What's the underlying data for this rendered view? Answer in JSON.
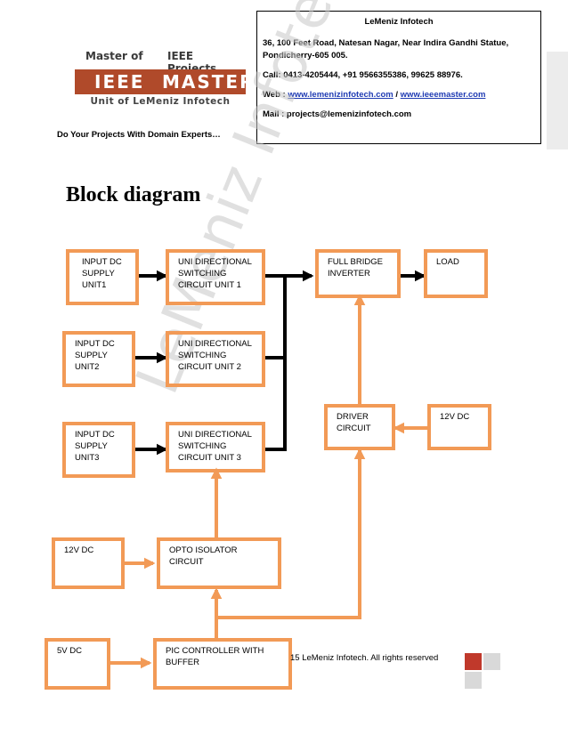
{
  "header": {
    "logo_master_of": "Master of",
    "logo_ieee_projects": "IEEE Projects",
    "logo_ieee": "IEEE",
    "logo_master": "MASTER",
    "logo_unit": "Unit of LeMeniz Infotech",
    "tagline": "Do Your Projects With Domain Experts…",
    "contact": {
      "company": "LeMeniz Infotech",
      "address": "36, 100 Feet Road, Natesan Nagar, Near Indira Gandhi Statue, Pondicherry-605 005.",
      "call": "Call: 0413-4205444, +91 9566355386, 99625 88976.",
      "web_label": "Web : ",
      "web_link1": "www.lemenizinfotech.com",
      "web_sep": " / ",
      "web_link2": "www.ieeemaster.com",
      "mail": "Mail : projects@lemenizinfotech.com"
    }
  },
  "heading": "Block diagram",
  "watermark": "LeMeniz Infotech",
  "blocks": {
    "input1": "INPUT DC\nSUPPLY\nUNIT1",
    "input2": "INPUT DC\nSUPPLY\nUNIT2",
    "input3": "INPUT DC\nSUPPLY\nUNIT3",
    "switch1": "UNI DIRECTIONAL\nSWITCHING\nCIRCUIT UNIT 1",
    "switch2": "UNI DIRECTIONAL\nSWITCHING\nCIRCUIT UNIT 2",
    "switch3": "UNI DIRECTIONAL\nSWITCHING\nCIRCUIT UNIT 3",
    "inverter": "FULL BRIDGE\nINVERTER",
    "load": "LOAD",
    "driver": "DRIVER\nCIRCUIT",
    "dc12_driver": "12V DC",
    "dc12_opto": "12V DC",
    "opto": "OPTO ISOLATOR\nCIRCUIT",
    "dc5": "5V DC",
    "pic": "PIC CONTROLLER WITH\nBUFFER"
  },
  "footer": {
    "copyright": "15 LeMeniz Infotech. All rights reserved"
  },
  "colors": {
    "box_border": "#f29a56",
    "arrow_orange": "#f29a56",
    "arrow_black": "#000000",
    "logo_band": "#b04a2a",
    "deco_red": "#c0392b",
    "deco_grey": "#d9d9d9"
  }
}
